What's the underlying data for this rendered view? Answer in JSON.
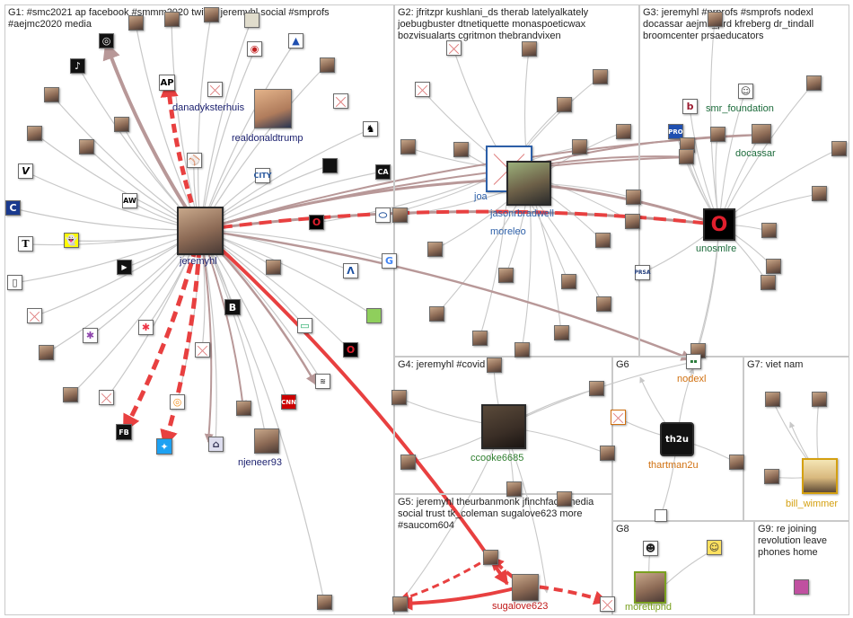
{
  "groups": [
    {
      "id": "G1",
      "label": "G1: #smc2021 ap facebook #smmm2020 twitter jeremyhl social #smprofs\n#aejmc2020 media"
    },
    {
      "id": "G2",
      "label": "G2: jfritzpr kushlani_ds therab latelyalkately\njoebugbuster dtnetiquette monaspoeticwax\nbozvisualarts cgritmon thebrandvixen"
    },
    {
      "id": "G3",
      "label": "G3: jeremyhl #prprofs #smprofs nodexl\ndocassar aejmc_prd kfreberg dr_tindall\nbroomcenter prsaeducators"
    },
    {
      "id": "G4",
      "label": "G4: jeremyhl #covid"
    },
    {
      "id": "G5",
      "label": "G5: jeremyhl theurbanmonk jfinchface media\nsocial trust tk_coleman sugalove623 more\n#saucom604"
    },
    {
      "id": "G6",
      "label": "G6"
    },
    {
      "id": "G7",
      "label": "G7: viet nam"
    },
    {
      "id": "G8",
      "label": "G8"
    },
    {
      "id": "G9",
      "label": "G9: re joining\nrevolution leave\nphones home"
    }
  ],
  "labels": {
    "jeremyhl": "jeremyhl",
    "danadyksterhuis": "danadyksterhuis",
    "realdonaldtrump": "realdonaldtrump",
    "njeneer93": "njeneer93",
    "jasonrbradwell": "jasonrbradwell",
    "moreleo": "moreleo",
    "joa": "joa",
    "smr_foundation": "smr_foundation",
    "docassar": "docassar",
    "unosmlre": "unosmlre",
    "nodexl": "nodexl",
    "ccooke6685": "ccooke6685",
    "thartman2u": "thartman2u",
    "bill_wimmer": "bill_wimmer",
    "sugalove623": "sugalove623",
    "morettiphd": "morettiphd"
  },
  "icons": {
    "ap": "AP",
    "fb": "FB",
    "b": "B",
    "aw": "AW",
    "google": "G",
    "th2u": "th2u",
    "pro": "PRO",
    "prsa": "PRSA",
    "cnn": "CNN"
  },
  "colors": {
    "group_label": "#222222",
    "label_g1": "#1a1f6e",
    "label_g2": "#2c5fa8",
    "label_g3": "#1c6b3b",
    "label_g4": "#2f7f2f",
    "label_g5": "#c01818",
    "label_g6": "#d07010",
    "label_g7": "#d4a010",
    "label_g8": "#7aa020",
    "edge_grey": "#c8c8c8",
    "edge_brown": "#b89898",
    "edge_red": "#e84040"
  }
}
